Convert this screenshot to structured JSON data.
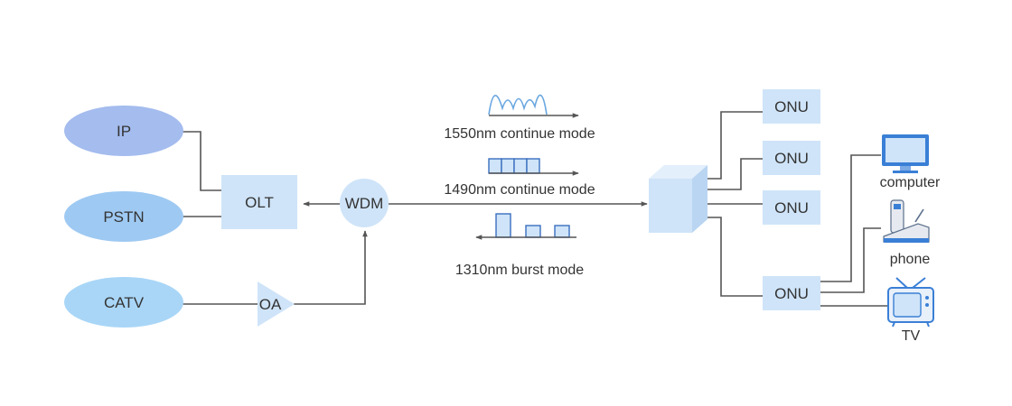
{
  "sources": {
    "ip": "IP",
    "pstn": "PSTN",
    "catv": "CATV"
  },
  "olt": "OLT",
  "wdm": "WDM",
  "oa": "OA",
  "modes": {
    "downstream_1550": "1550nm continue mode",
    "downstream_1490": "1490nm continue mode",
    "upstream_1310": "1310nm burst mode"
  },
  "onus": [
    "ONU",
    "ONU",
    "ONU",
    "ONU"
  ],
  "devices": {
    "computer": "computer",
    "phone": "phone",
    "tv": "TV"
  },
  "colors": {
    "ip_fill": "#a4bcee",
    "pstn_fill": "#9ec9f2",
    "catv_fill": "#a9d6f7",
    "box_fill": "#cfe4f8",
    "wdm_fill": "#cfe4f8",
    "line": "#555555",
    "arrow": "#333333",
    "device_blue": "#3a7fd6"
  }
}
